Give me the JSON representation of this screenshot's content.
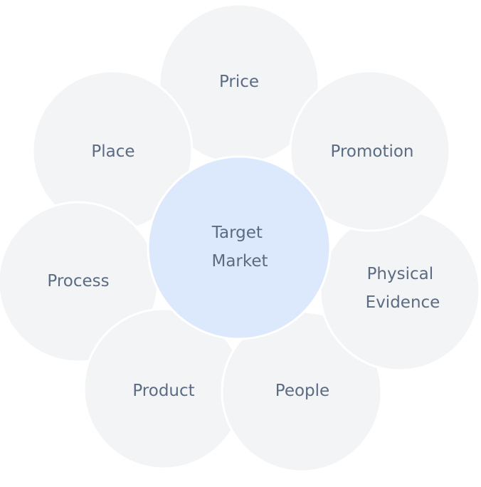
{
  "center": {
    "lines": [
      "Target",
      "Market"
    ],
    "fill": "#dce8fb"
  },
  "petals": [
    {
      "id": "price",
      "lines": [
        "Price"
      ]
    },
    {
      "id": "promotion",
      "lines": [
        "Promotion"
      ]
    },
    {
      "id": "physical-evidence",
      "lines": [
        "Physical",
        "Evidence"
      ]
    },
    {
      "id": "people",
      "lines": [
        "People"
      ]
    },
    {
      "id": "product",
      "lines": [
        "Product"
      ]
    },
    {
      "id": "process",
      "lines": [
        "Process"
      ]
    },
    {
      "id": "place",
      "lines": [
        "Place"
      ]
    }
  ],
  "colors": {
    "petal_fill": "#f3f4f6",
    "label_text": "#5b6b82"
  }
}
